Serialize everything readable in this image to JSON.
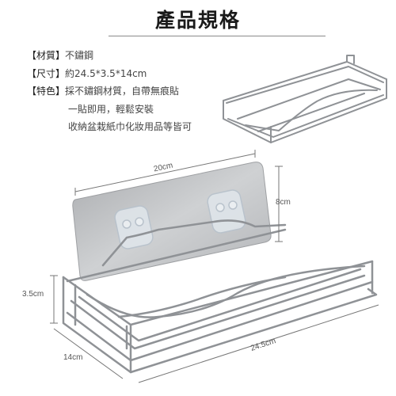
{
  "title": "產品規格",
  "specs": [
    {
      "label": "【材質】",
      "value": "不鏽鋼"
    },
    {
      "label": "【尺寸】",
      "value": "約24.5*3.5*14cm"
    },
    {
      "label": "【特色】",
      "value": "採不鏽鋼材質，自帶無痕貼"
    }
  ],
  "features_continued": [
    "一貼即用，輕鬆安裝",
    "收納盆栽紙巾化妝用品等皆可"
  ],
  "dimensions": {
    "width_plate": "20cm",
    "height_plate": "8cm",
    "height_rack": "3.5cm",
    "depth_rack": "14cm",
    "length_rack": "24.5cm"
  },
  "colors": {
    "plate": "#b9bbbe",
    "steel": "#8f9296",
    "dim_line": "#777777"
  }
}
